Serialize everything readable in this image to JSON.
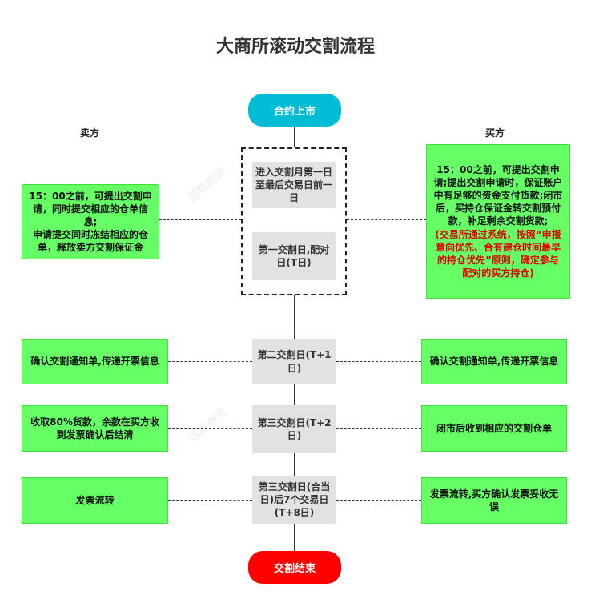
{
  "title": "大商所滚动交割流程",
  "labels": {
    "seller": "卖方",
    "buyer": "买方"
  },
  "start": {
    "label": "合约上市",
    "color": "#00bcd4"
  },
  "end": {
    "label": "交割结束",
    "color": "#ff0000"
  },
  "center": {
    "step1": "进入交割月第一日至最后交易日前一日",
    "step2": "第一交割日,配对日(T日)",
    "step3": "第二交割日(T+1日)",
    "step4": "第三交割日(T+2日)",
    "step5": "第三交割日(合当日)后7个交易日(T+8日)"
  },
  "seller": {
    "row1": "15：00之前，可提出交割申请，同时提交相应的仓单信息;\n申请提交同时冻结相应的仓单，释放卖方交割保证金",
    "row2": "确认交割通知单,传递开票信息",
    "row3": "收取80%货款，余款在买方收到发票确认后结清",
    "row4": "发票流转"
  },
  "buyer": {
    "row1_black": "15：00之前，可提出交割申请;提出交割申请时，保证账户中有足够的资金支付货款;闭市后，买持仓保证金转交割预付款，补足剩余交割货款;",
    "row1_red": "(交易所通过系统，按照“申报意向优先、合有建仓时间最早的持仓优先”原则，确定参与配对的买方持仓)",
    "row2": "确认交割通知单,传递开票信息",
    "row3": "闭市后收到相应的交割仓单",
    "row4": "发票流转,买方确认发票妥收无误"
  },
  "watermark": "国联期货",
  "colors": {
    "green_box": "#66ff66",
    "gray_box": "#e2e2e2",
    "red_text": "#e00000"
  }
}
